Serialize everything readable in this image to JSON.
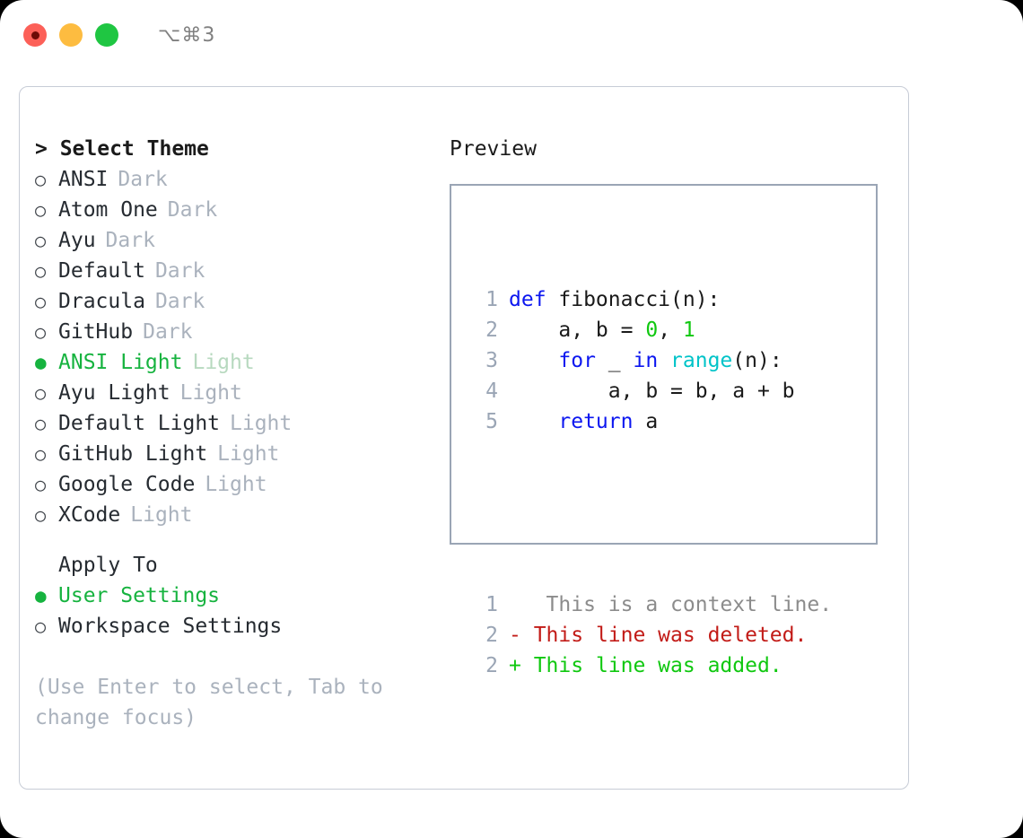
{
  "window": {
    "title": "⌥⌘3",
    "traffic_lights": [
      "close-red",
      "minimize-yellow",
      "maximize-green"
    ]
  },
  "left_panel": {
    "heading": "> Select Theme",
    "themes": [
      {
        "bullet": "○",
        "name": "ANSI",
        "variant": "Dark",
        "selected": false
      },
      {
        "bullet": "○",
        "name": "Atom One",
        "variant": "Dark",
        "selected": false
      },
      {
        "bullet": "○",
        "name": "Ayu",
        "variant": "Dark",
        "selected": false
      },
      {
        "bullet": "○",
        "name": "Default",
        "variant": "Dark",
        "selected": false
      },
      {
        "bullet": "○",
        "name": "Dracula",
        "variant": "Dark",
        "selected": false
      },
      {
        "bullet": "○",
        "name": "GitHub",
        "variant": "Dark",
        "selected": false
      },
      {
        "bullet": "●",
        "name": "ANSI Light",
        "variant": "Light",
        "selected": true
      },
      {
        "bullet": "○",
        "name": "Ayu Light",
        "variant": "Light",
        "selected": false
      },
      {
        "bullet": "○",
        "name": "Default Light",
        "variant": "Light",
        "selected": false
      },
      {
        "bullet": "○",
        "name": "GitHub Light",
        "variant": "Light",
        "selected": false
      },
      {
        "bullet": "○",
        "name": "Google Code",
        "variant": "Light",
        "selected": false
      },
      {
        "bullet": "○",
        "name": "XCode",
        "variant": "Light",
        "selected": false
      }
    ],
    "apply_to": {
      "heading": "Apply To",
      "options": [
        {
          "bullet": "●",
          "name": "User Settings",
          "selected": true
        },
        {
          "bullet": "○",
          "name": "Workspace Settings",
          "selected": false
        }
      ]
    },
    "hint": "(Use Enter to select, Tab to change focus)"
  },
  "right_panel": {
    "heading": "Preview",
    "code_lines": [
      {
        "num": "1",
        "tokens": [
          {
            "t": "def ",
            "c": "kw"
          },
          {
            "t": "fibonacci(n):",
            "c": "txt"
          }
        ]
      },
      {
        "num": "2",
        "tokens": [
          {
            "t": "    a, b = ",
            "c": "txt"
          },
          {
            "t": "0",
            "c": "num"
          },
          {
            "t": ", ",
            "c": "txt"
          },
          {
            "t": "1",
            "c": "num"
          }
        ]
      },
      {
        "num": "3",
        "tokens": [
          {
            "t": "    ",
            "c": "txt"
          },
          {
            "t": "for",
            "c": "kw"
          },
          {
            "t": " _ ",
            "c": "txt"
          },
          {
            "t": "in",
            "c": "kw"
          },
          {
            "t": " ",
            "c": "txt"
          },
          {
            "t": "range",
            "c": "fn"
          },
          {
            "t": "(n):",
            "c": "txt"
          }
        ]
      },
      {
        "num": "4",
        "tokens": [
          {
            "t": "        a, b = b, a + b",
            "c": "txt"
          }
        ]
      },
      {
        "num": "5",
        "tokens": [
          {
            "t": "    ",
            "c": "txt"
          },
          {
            "t": "return",
            "c": "kw"
          },
          {
            "t": " a",
            "c": "txt"
          }
        ]
      }
    ],
    "diff_lines": [
      {
        "num": "1",
        "marker": " ",
        "text": "  This is a context line.",
        "kind": "ctx"
      },
      {
        "num": "2",
        "marker": "-",
        "text": " This line was deleted.",
        "kind": "del"
      },
      {
        "num": "2",
        "marker": "+",
        "text": " This line was added.",
        "kind": "add"
      }
    ]
  },
  "colors": {
    "accent_green": "#16b33f",
    "muted": "#aab2bd",
    "keyword": "#0c17f0",
    "function": "#00c3c8",
    "number": "#10c810",
    "diff_delete": "#c21b17",
    "diff_add": "#10c810",
    "border": "#9aa5b5",
    "panel_border": "#c7ccd6"
  }
}
